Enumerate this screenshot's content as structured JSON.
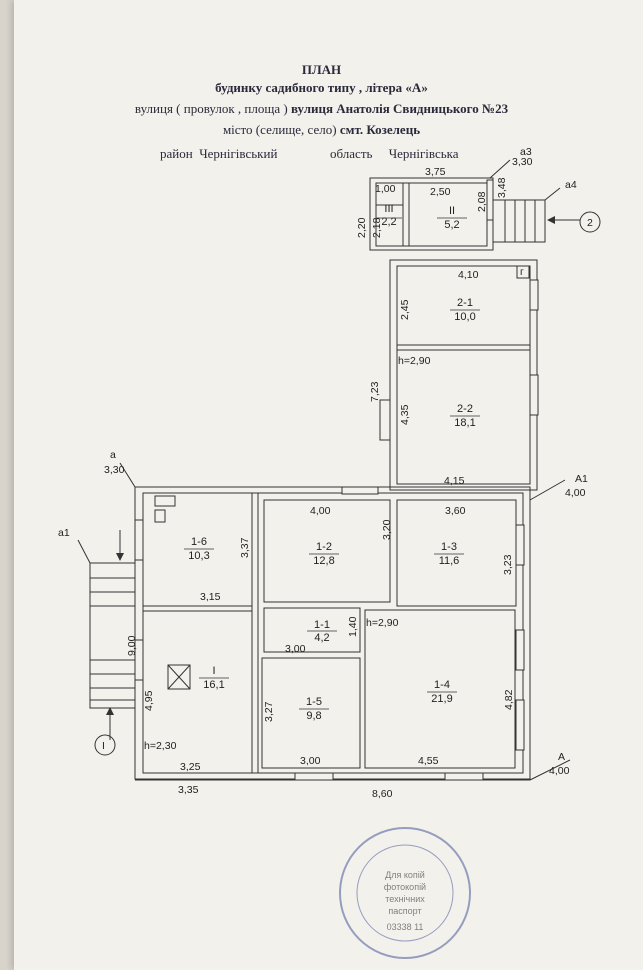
{
  "header": {
    "title": "ПЛАН",
    "line2": "будинку   садибного   типу , літера «А»",
    "line3_prefix": "вулиця ( провулок , площа )",
    "line3_value": "вулиця  Анатолія  Свидницького №23",
    "line4_prefix": "місто (селище, село)",
    "line4_value": "смт. Козелець",
    "district_label": "район",
    "district_value": "Чернігівський",
    "region_label": "область",
    "region_value": "Чернігівська"
  },
  "rooms": [
    {
      "id": "III",
      "area": "2,2"
    },
    {
      "id": "II",
      "area": "5,2"
    },
    {
      "id": "2-1",
      "area": "10,0"
    },
    {
      "id": "2-2",
      "area": "18,1"
    },
    {
      "id": "1-6",
      "area": "10,3"
    },
    {
      "id": "1-2",
      "area": "12,8"
    },
    {
      "id": "1-3",
      "area": "11,6"
    },
    {
      "id": "1-1",
      "area": "4,2"
    },
    {
      "id": "I",
      "area": "16,1"
    },
    {
      "id": "1-5",
      "area": "9,8"
    },
    {
      "id": "1-4",
      "area": "21,9"
    }
  ],
  "dims": {
    "d375": "3,75",
    "d100": "1,00",
    "d250": "2,50",
    "d208": "2,08",
    "d348": "3,48",
    "d220": "2,20",
    "d218": "2,18",
    "d410": "4,10",
    "d245": "2,45",
    "h290a": "h=2,90",
    "d723": "7,23",
    "d435": "4,35",
    "d415": "4,15",
    "d400": "4,00",
    "d360": "3,60",
    "d337": "3,37",
    "d320": "3,20",
    "d323": "3,23",
    "d315": "3,15",
    "d900": "9,00",
    "d140": "1,40",
    "h290b": "h=2,90",
    "d300a": "3,00",
    "d495": "4,95",
    "d327": "3,27",
    "d482": "4,82",
    "h230": "h=2,30",
    "d325": "3,25",
    "d300b": "3,00",
    "d455": "4,55",
    "d335": "3,35",
    "d860": "8,60"
  },
  "labels": {
    "a": "a",
    "a_val": "3,30",
    "a1": "a1",
    "a3": "a3",
    "a3_val": "3,30",
    "a4": "a4",
    "A1": "A1",
    "A1_val": "4,00",
    "A": "A",
    "A_val": "4,00",
    "g": "г",
    "entry1": "І",
    "entry2": "2"
  },
  "stamp": {
    "line1": "Для копій",
    "line2": "фотокопій",
    "line3": "технічних",
    "line4": "паспорт",
    "number": "03338 11"
  }
}
